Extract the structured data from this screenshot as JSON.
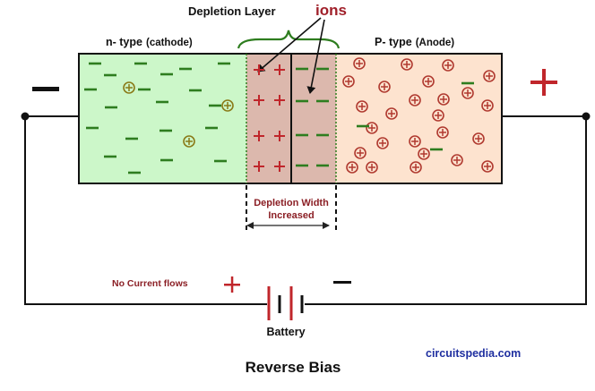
{
  "labels": {
    "depletion_layer": "Depletion Layer",
    "ions": "ions",
    "n_type": "n- type",
    "n_type_sub": "(cathode)",
    "p_type": "P- type",
    "p_type_sub": "(Anode)",
    "depletion_width_line1": "Depletion Width",
    "depletion_width_line2": "Increased",
    "no_current": "No Current flows",
    "battery": "Battery",
    "source": "circuitspedia.com",
    "caption": "Reverse Bias"
  },
  "symbols": {
    "minus": "−",
    "plus": "+"
  },
  "colors": {
    "n_region": "#ccf7c9",
    "p_region": "#fde3cf",
    "depletion_region": "#dcb8ad",
    "positive": "#c0262b",
    "negative": "#2e7d1f",
    "brace": "#2e7d1f",
    "ions_label": "#a0202a",
    "width_label": "#8b1f25",
    "source_label": "#1f2fa0",
    "wire": "#111111"
  },
  "icons": [
    "hole-carrier-icon",
    "electron-dash-icon",
    "positive-ion-icon",
    "negative-ion-icon",
    "battery-icon"
  ]
}
